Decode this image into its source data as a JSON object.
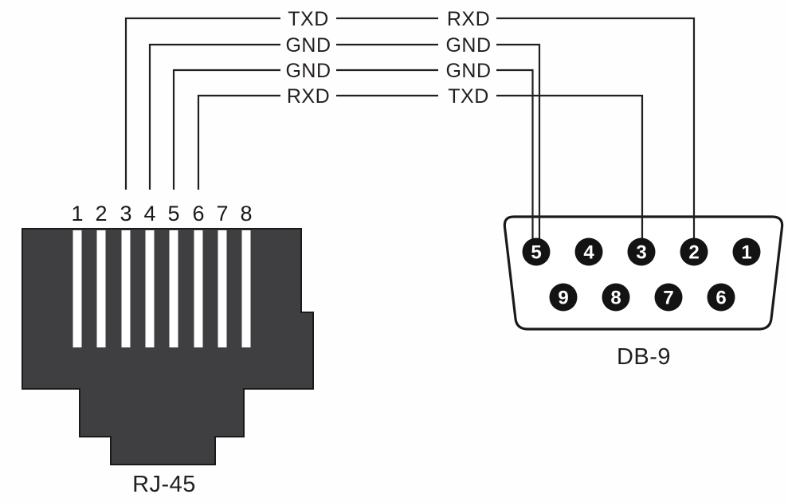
{
  "wires": [
    {
      "left_label": "TXD",
      "right_label": "RXD",
      "left_pin": "3",
      "right_pin": "2"
    },
    {
      "left_label": "GND",
      "right_label": "GND",
      "left_pin": "4",
      "right_pin": "5"
    },
    {
      "left_label": "GND",
      "right_label": "GND",
      "left_pin": "5",
      "right_pin": "5"
    },
    {
      "left_label": "RXD",
      "right_label": "TXD",
      "left_pin": "6",
      "right_pin": "3"
    }
  ],
  "rj45": {
    "label": "RJ-45",
    "pins": [
      "1",
      "2",
      "3",
      "4",
      "5",
      "6",
      "7",
      "8"
    ]
  },
  "db9": {
    "label": "DB-9",
    "top_row_pins": [
      "5",
      "4",
      "3",
      "2",
      "1"
    ],
    "bottom_row_pins": [
      "9",
      "8",
      "7",
      "6"
    ]
  },
  "colors": {
    "wire": "#231f20",
    "rj45_body": "#3f3f41",
    "db9_outline": "#1a1a1a",
    "db9_pin_fill": "#131313",
    "db9_pin_number": "#ffffff",
    "background": "#fefefe"
  }
}
